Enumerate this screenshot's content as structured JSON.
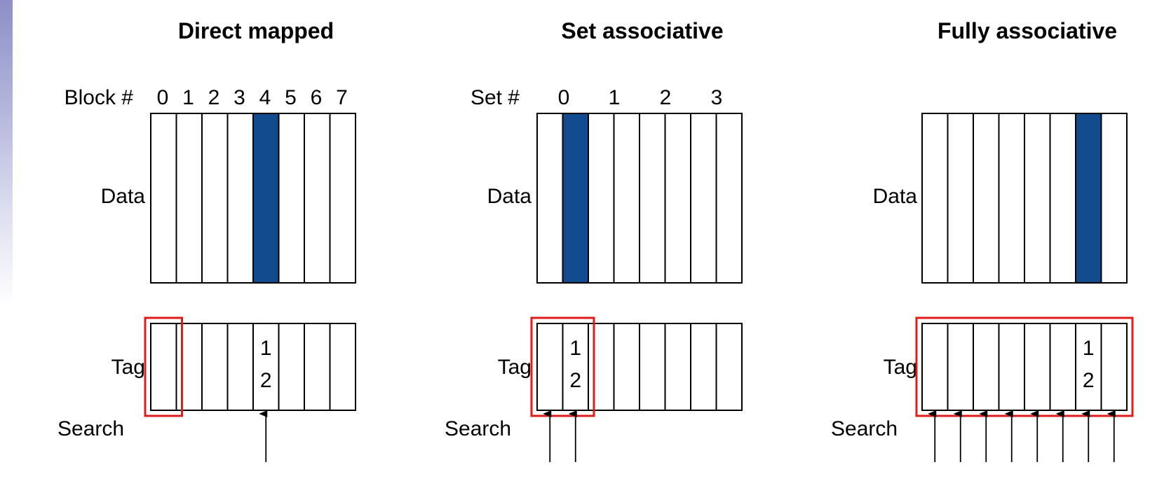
{
  "colors": {
    "highlight": "#134c8e",
    "search_box": "#e01b1b",
    "border": "#000000"
  },
  "panels": [
    {
      "title": "Direct mapped",
      "index_label": "Block #",
      "index_numbers": [
        "0",
        "1",
        "2",
        "3",
        "4",
        "5",
        "6",
        "7"
      ],
      "data_label": "Data",
      "tag_label": "Tag",
      "search_label": "Search",
      "column_count": 8,
      "highlighted_data_columns": [
        4
      ],
      "tag_value_column": 4,
      "tag_value": [
        "1",
        "2"
      ],
      "search_box_columns": [
        0,
        0
      ],
      "search_arrow_columns": [
        4
      ]
    },
    {
      "title": "Set associative",
      "index_label": "Set #",
      "index_numbers": [
        "0",
        "1",
        "2",
        "3"
      ],
      "data_label": "Data",
      "tag_label": "Tag",
      "search_label": "Search",
      "column_count": 8,
      "highlighted_data_columns": [
        1
      ],
      "tag_value_column": 1,
      "tag_value": [
        "1",
        "2"
      ],
      "search_box_columns": [
        0,
        1
      ],
      "search_arrow_columns": [
        0,
        1
      ]
    },
    {
      "title": "Fully associative",
      "index_label": "",
      "index_numbers": [],
      "data_label": "Data",
      "tag_label": "Tag",
      "search_label": "Search",
      "column_count": 8,
      "highlighted_data_columns": [
        6
      ],
      "tag_value_column": 6,
      "tag_value": [
        "1",
        "2"
      ],
      "search_box_columns": [
        0,
        7
      ],
      "search_arrow_columns": [
        0,
        1,
        2,
        3,
        4,
        5,
        6,
        7
      ]
    }
  ]
}
